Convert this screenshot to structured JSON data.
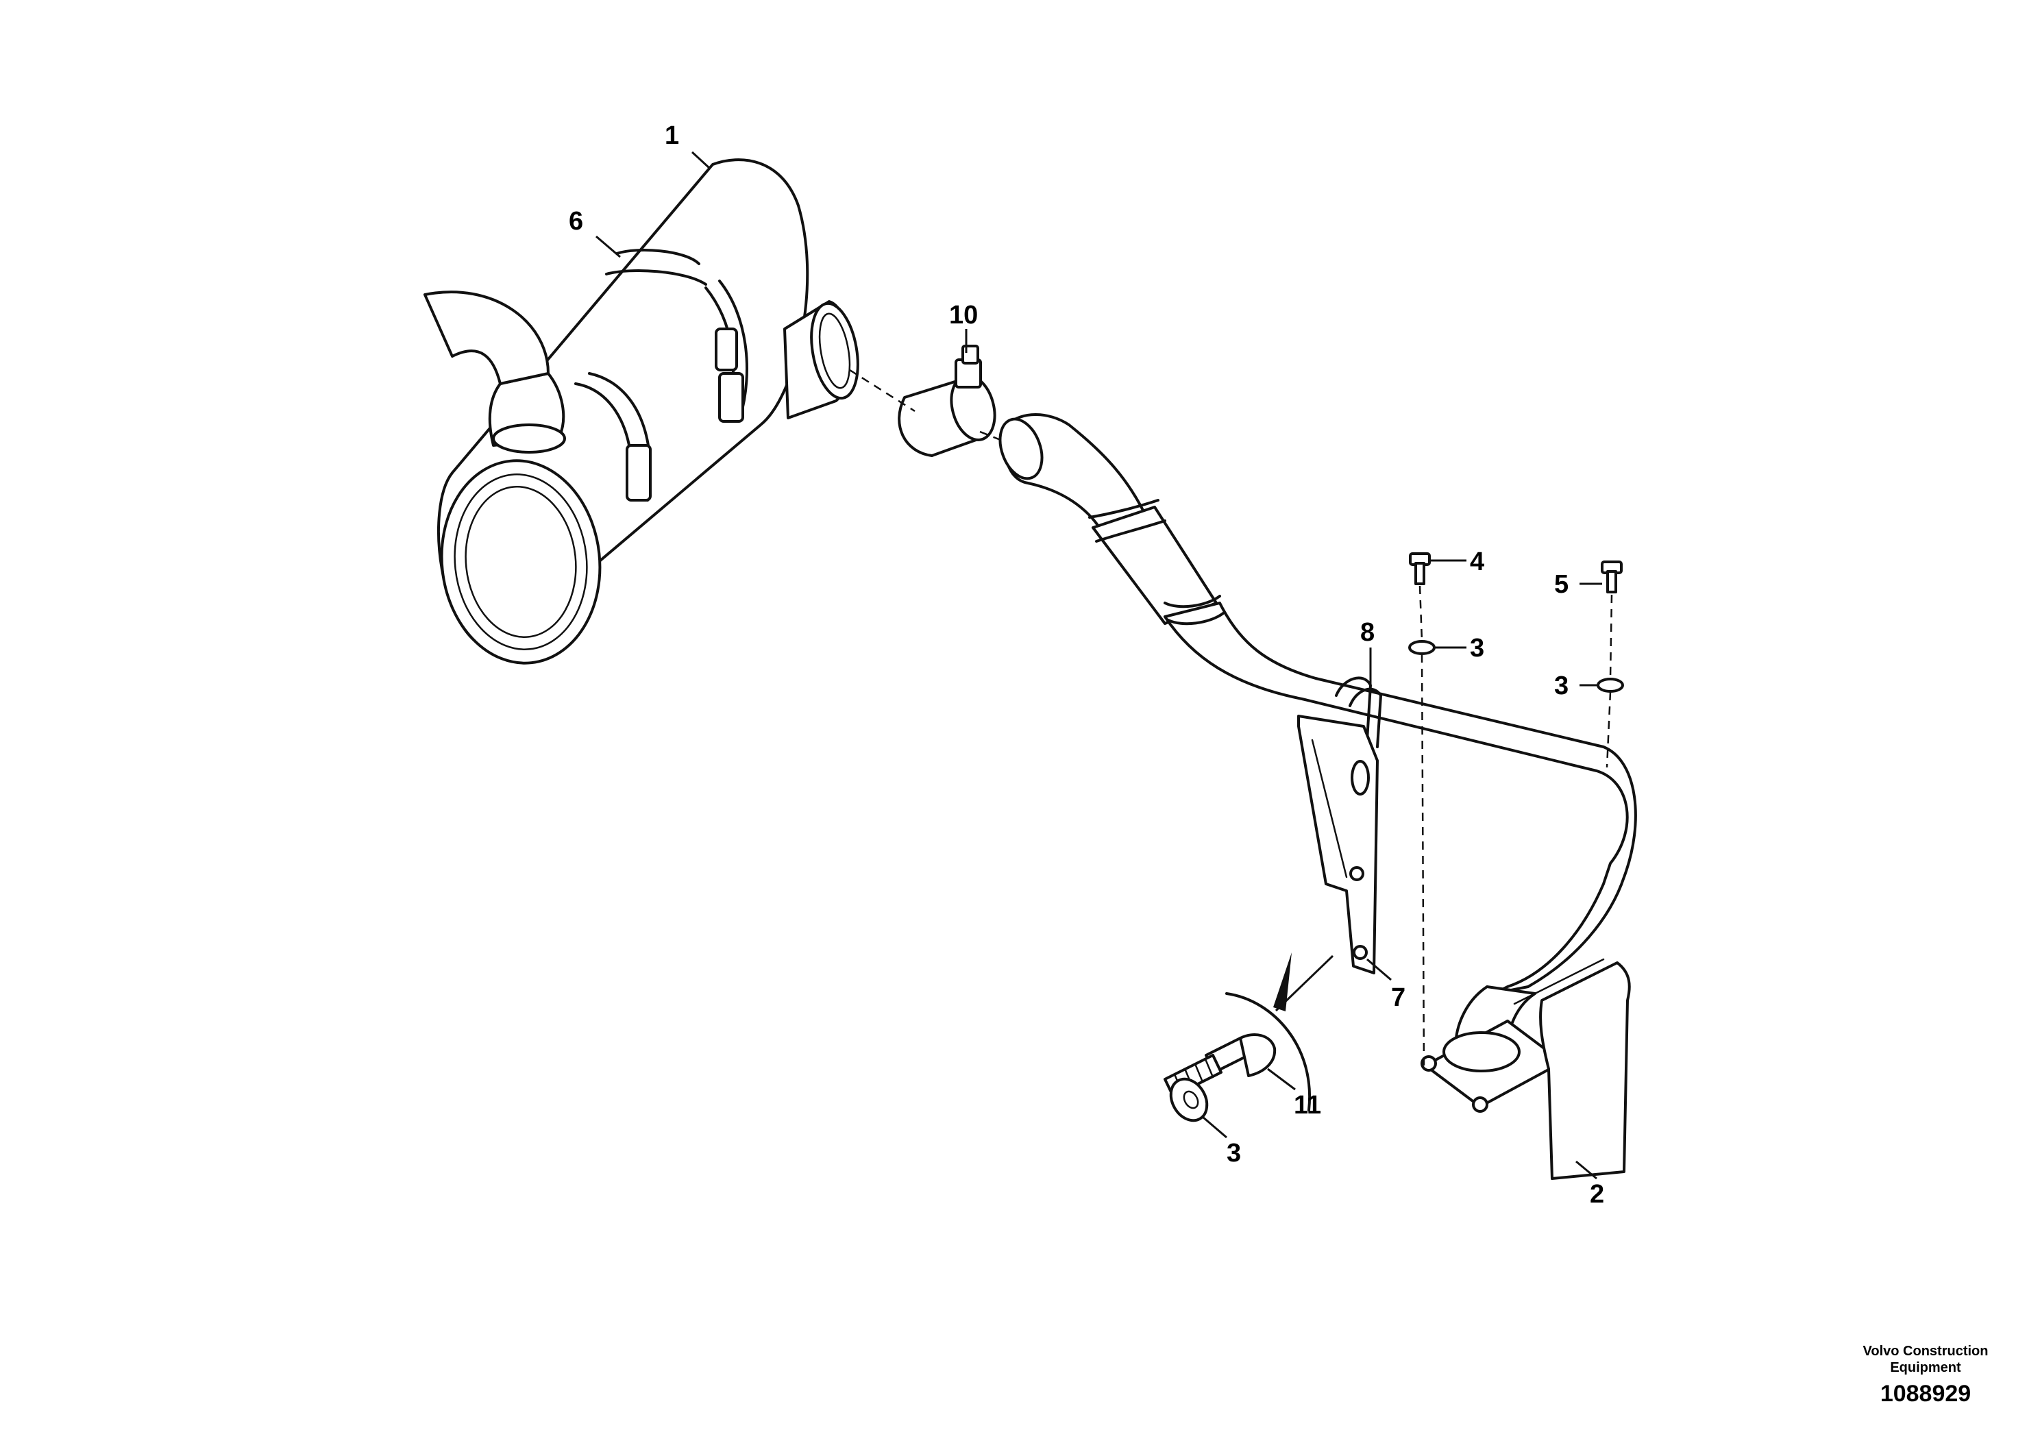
{
  "callouts": {
    "c1": "1",
    "c6": "6",
    "c10": "10",
    "c4": "4",
    "c5": "5",
    "c3_a": "3",
    "c3_b": "3",
    "c8": "8",
    "c7": "7",
    "c11": "11",
    "c3_c": "3",
    "c2": "2"
  },
  "footer": {
    "company": "Volvo Construction Equipment",
    "doc_number": "1088929"
  }
}
